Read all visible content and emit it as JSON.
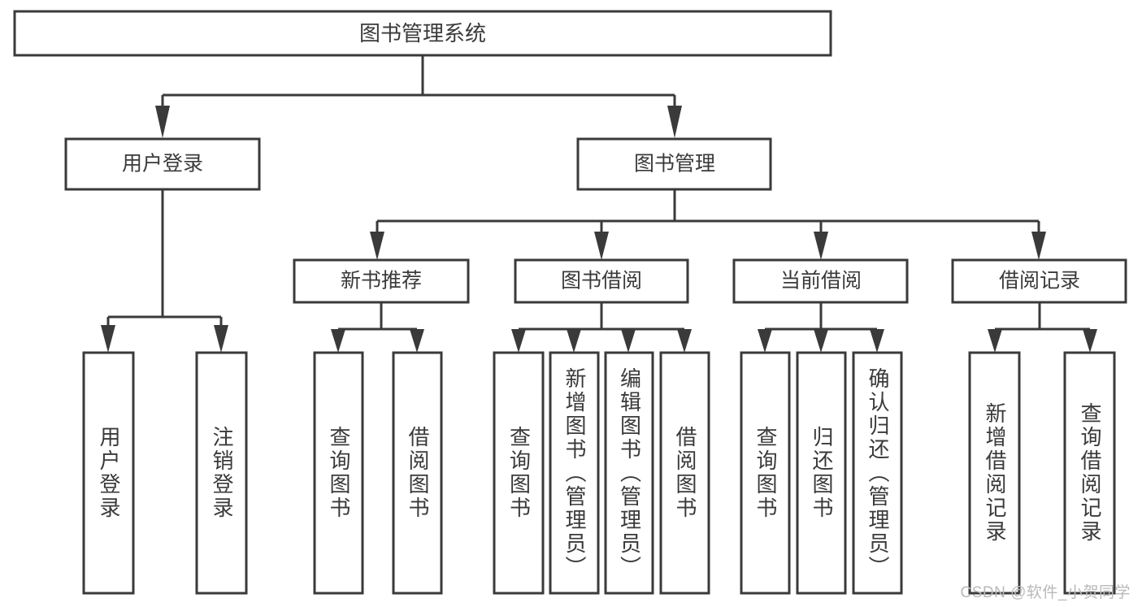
{
  "diagram": {
    "type": "tree",
    "title_node": {
      "label": "图书管理系统"
    },
    "level2": [
      {
        "label": "用户登录"
      },
      {
        "label": "图书管理"
      }
    ],
    "level3": [
      {
        "label": "新书推荐"
      },
      {
        "label": "图书借阅"
      },
      {
        "label": "当前借阅"
      },
      {
        "label": "借阅记录"
      }
    ],
    "leaves": {
      "user_login": [
        {
          "label": "用户登录"
        },
        {
          "label": "注销登录"
        }
      ],
      "new_book_recommend": [
        {
          "label": "查询图书"
        },
        {
          "label": "借阅图书"
        }
      ],
      "book_borrow": [
        {
          "label": "查询图书"
        },
        {
          "label": "新增图书（管理员）"
        },
        {
          "label": "编辑图书（管理员）"
        },
        {
          "label": "借阅图书"
        }
      ],
      "current_borrow": [
        {
          "label": "查询图书"
        },
        {
          "label": "归还图书"
        },
        {
          "label": "确认归还（管理员）"
        }
      ],
      "borrow_record": [
        {
          "label": "新增借阅记录"
        },
        {
          "label": "查询借阅记录"
        }
      ]
    }
  },
  "watermark": {
    "text": "CSDN @软件_小贺同学"
  },
  "colors": {
    "stroke": "#3a3a3a",
    "box_fill": "#ffffff",
    "text": "#3a3a3a",
    "watermark": "#b9b9b9",
    "background": "#ffffff"
  }
}
